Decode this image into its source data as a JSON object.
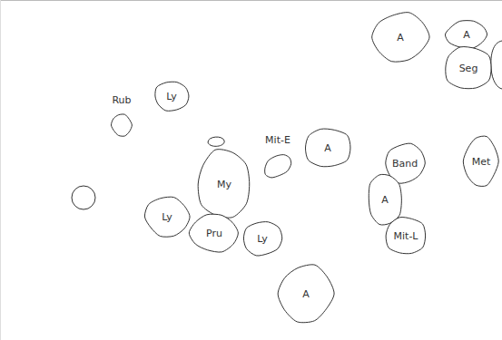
{
  "diagram": {
    "nodes": [
      {
        "text": [
          "A"
        ]
      },
      {
        "text": [
          "A"
        ]
      },
      {
        "text": [
          "Seg"
        ]
      },
      {
        "text": [
          "Ly"
        ]
      },
      {
        "text": [
          "Rub"
        ]
      },
      {
        "text": [
          "Mit-E"
        ]
      },
      {
        "text": [
          "A"
        ]
      },
      {
        "text": [
          "Band"
        ]
      },
      {
        "text": [
          "Met"
        ]
      },
      {
        "text": [
          "My"
        ]
      },
      {
        "text": [
          "A"
        ]
      },
      {
        "text": [
          "Ly"
        ]
      },
      {
        "text": [
          "Pru"
        ]
      },
      {
        "text": [
          "Mit-L"
        ]
      },
      {
        "text": [
          "Ly"
        ]
      },
      {
        "text": [
          "A"
        ]
      }
    ]
  }
}
